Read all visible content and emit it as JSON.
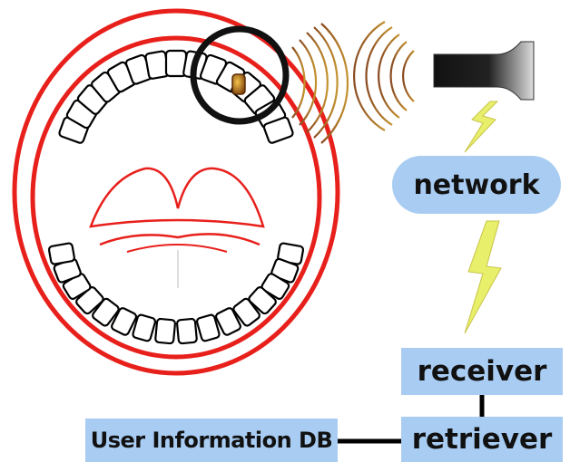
{
  "labels": {
    "network": "network",
    "receiver": "receiver",
    "retriever": "retriever",
    "user_db": "User Information DB"
  },
  "colors": {
    "mouth_outline": "#e8201c",
    "box_fill": "#a9ccf2",
    "lightning": "#e8ef6a",
    "highlight_circle": "#111111"
  }
}
